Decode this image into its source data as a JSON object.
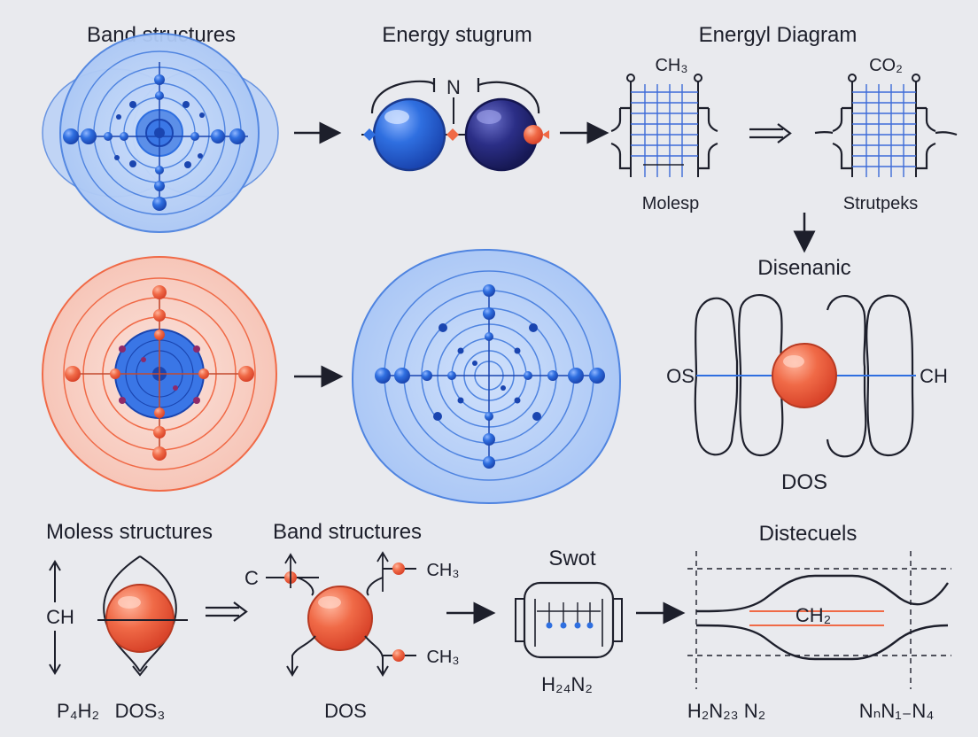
{
  "colors": {
    "background": "#e9eaee",
    "blue": "#2f6fe0",
    "dark_navy": "#23266b",
    "light_blue_fill": "#b8cff5",
    "orange": "#f06a47",
    "light_orange_fill": "#f7c9bd",
    "ink": "#1d1f2b"
  },
  "labels": {
    "band_structures_top": "Band structures",
    "energy_stugrum": "Energy stugrum",
    "energyl_diagram": "Energyl Diagram",
    "n_label": "N",
    "ch3_top": "CH₃",
    "co2_top": "CO₂",
    "molesp": "Molesp",
    "strutpeks": "Strutpeks",
    "disenanic": "Disenanic",
    "os": "OS",
    "ch_right": "CH",
    "dos_mid": "DOS",
    "moless_structures": "Moless structures",
    "band_structures_bottom": "Band  structures",
    "swot": "Swot",
    "distecuels": "Distecuels",
    "ch_left": "CH",
    "c_label": "C",
    "ch3_bottom_upper": "CH₃",
    "ch3_bottom_lower": "CH₃",
    "ch2": "CH₂",
    "p4h2": "P₄H₂",
    "dos3": "DOS₃",
    "dos_bottom": "DOS",
    "h24n2": "H₂₄N₂",
    "h2n23n2": "H₂N₂₃ N₂",
    "nnnn4": "NₙN₁₋N₄"
  },
  "icons": [
    "arrow-right",
    "double-arrow-right",
    "arrow-down",
    "atom-orbit",
    "molecule-sphere",
    "energy-grid"
  ]
}
